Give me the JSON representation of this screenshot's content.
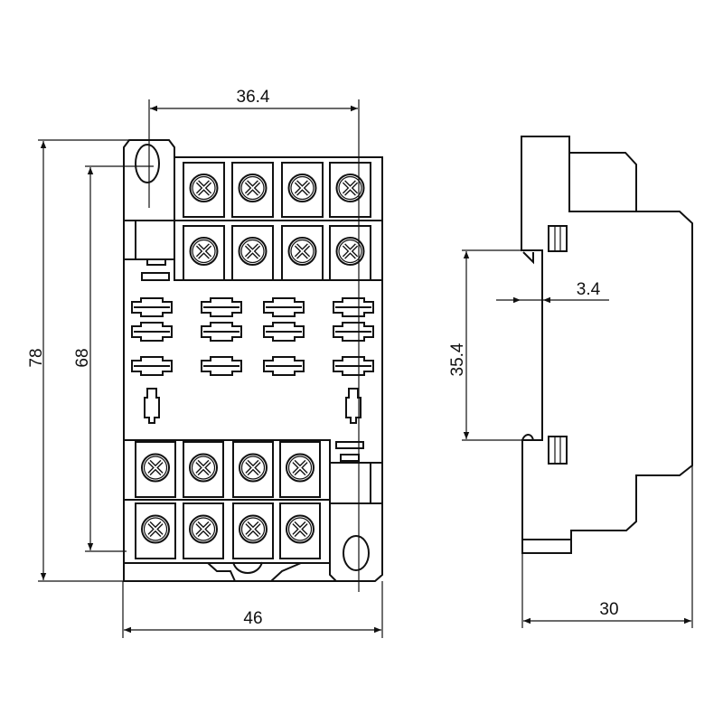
{
  "front_view": {
    "dimensions": {
      "top_hole_spacing": "36.4",
      "overall_height": "78",
      "hole_height": "68",
      "overall_width": "46"
    },
    "terminals_per_row": 4,
    "terminal_rows": 4,
    "pin_columns": 4,
    "pin_rows": 3
  },
  "side_view": {
    "dimensions": {
      "din_rail_height": "35.4",
      "rail_thickness": "3.4",
      "depth": "30"
    }
  },
  "colors": {
    "line": "#111111",
    "background": "#ffffff"
  }
}
